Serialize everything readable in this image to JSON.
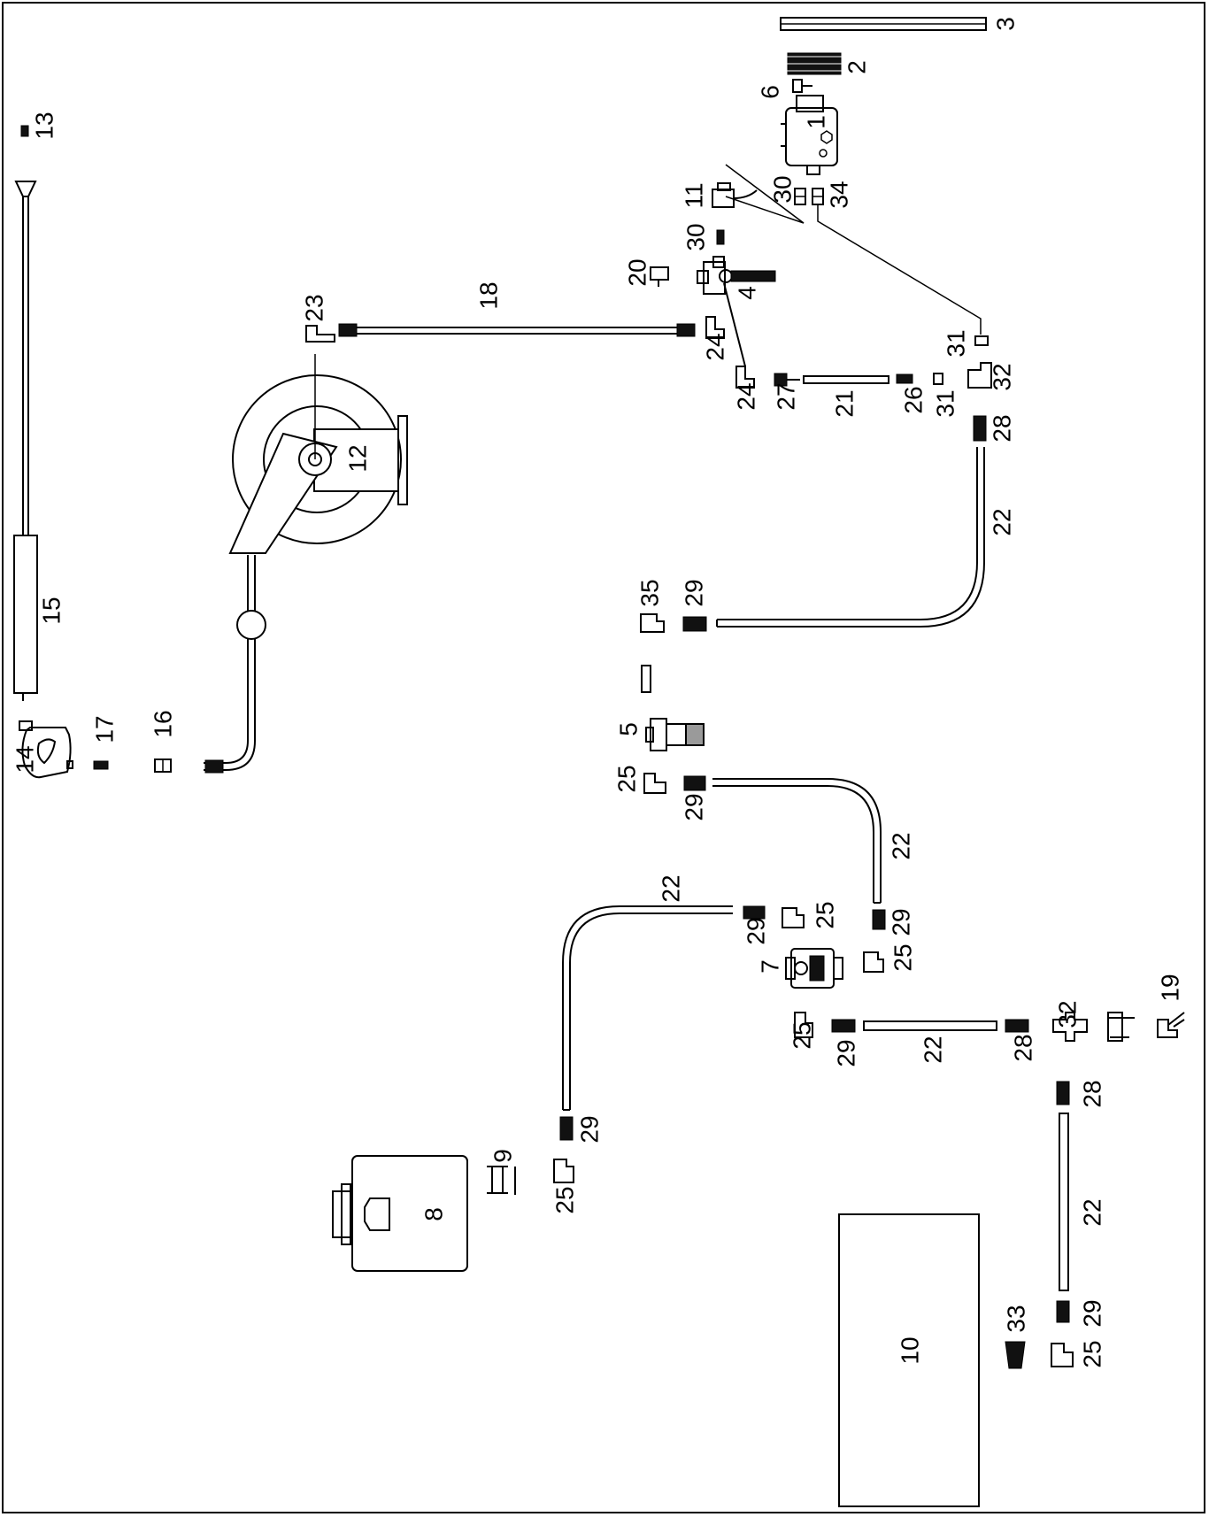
{
  "callouts": {
    "c1": "1",
    "c2": "2",
    "c3": "3",
    "c4": "4",
    "c5": "5",
    "c6": "6",
    "c7": "7",
    "c8": "8",
    "c9": "9",
    "c10": "10",
    "c11": "11",
    "c12": "12",
    "c13": "13",
    "c14": "14",
    "c15": "15",
    "c16": "16",
    "c17": "17",
    "c18": "18",
    "c19": "19",
    "c20": "20",
    "c21": "21",
    "c22": "22",
    "c23": "23",
    "c24": "24",
    "c25": "25",
    "c26": "26",
    "c27": "27",
    "c28": "28",
    "c29": "29",
    "c30": "30",
    "c31": "31",
    "c32": "32",
    "c33": "33",
    "c34": "34",
    "c35": "35"
  },
  "colors": {
    "line": "#000000",
    "background": "#ffffff",
    "filter_body": "#9a9a9a"
  }
}
